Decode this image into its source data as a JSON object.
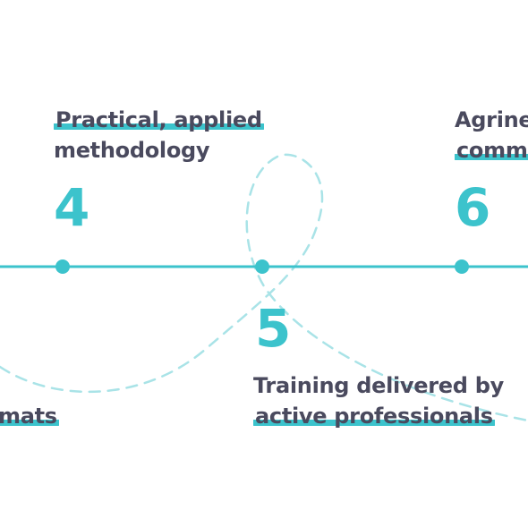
{
  "colors": {
    "accent": "#3cc3cc",
    "text": "#4a4a5e",
    "dashed_path": "#a9e3e7"
  },
  "steps": [
    {
      "number": "4",
      "lines": [
        "Practical, applied",
        "methodology"
      ],
      "highlighted_lines": [
        0
      ]
    },
    {
      "number": "5",
      "lines": [
        "Training delivered by",
        "active professionals"
      ],
      "highlighted_lines": [
        1
      ]
    },
    {
      "number": "6",
      "lines": [
        "Agrine",
        "comm"
      ],
      "highlighted_lines": [
        1
      ]
    }
  ],
  "partial_left": {
    "lines": [
      "mats"
    ]
  }
}
